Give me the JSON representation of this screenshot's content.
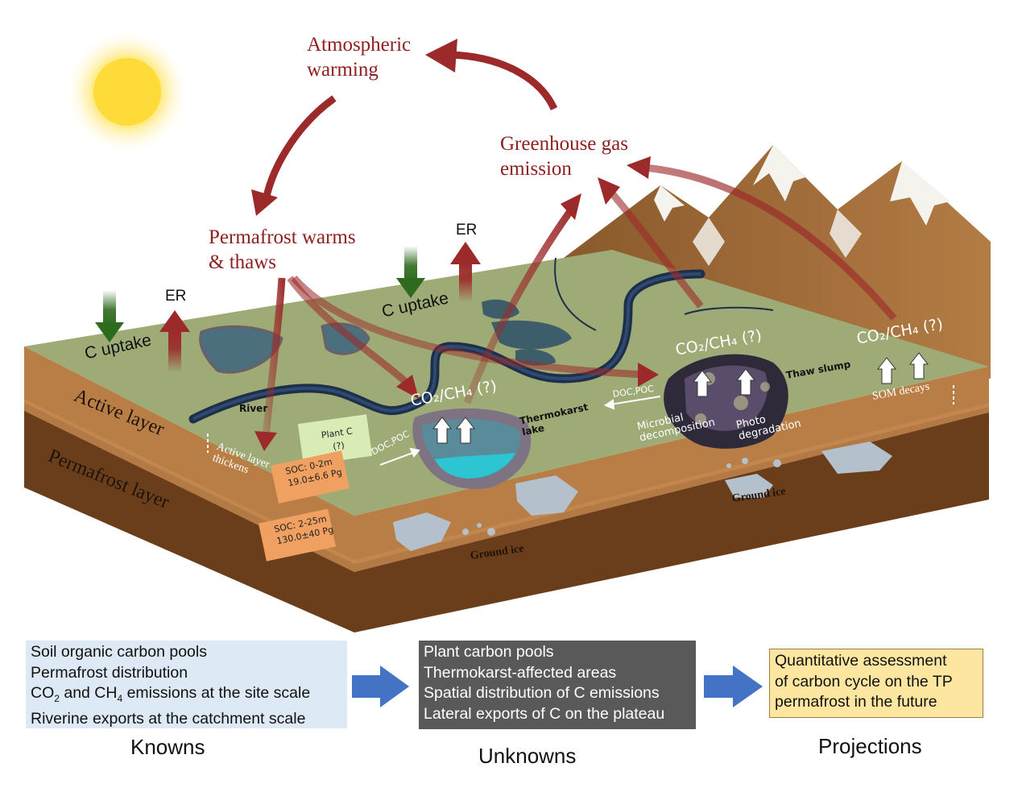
{
  "labels": {
    "atmospheric_warming": [
      "Atmospheric",
      "warming"
    ],
    "greenhouse_gas": [
      "Greenhouse gas",
      "emission"
    ],
    "permafrost_warms": [
      "Permafrost warms",
      "& thaws"
    ],
    "c_uptake": "C uptake",
    "er": "ER",
    "co2_ch4": "CO₂/CH₄ (?)",
    "active_layer": "Active layer",
    "permafrost_layer": "Permafrost layer",
    "river": "River",
    "thermokarst_lake": [
      "Thermokarst",
      "lake"
    ],
    "thaw_slump": "Thaw slump",
    "doc_poc": "DOC,POC",
    "microbial": [
      "Microbial",
      "decomposition"
    ],
    "photo": [
      "Photo",
      "degradation"
    ],
    "som_decays": "SOM decays",
    "ground_ice": "Ground ice",
    "active_layer_thickens": [
      "Active layer",
      "thickens"
    ],
    "plant_c": [
      "Plant C",
      "(?)"
    ],
    "soc_top": [
      "SOC: 0-2m",
      "19.0±6.6 Pg"
    ],
    "soc_deep": [
      "SOC: 2-25m",
      "130.0±40 Pg"
    ]
  },
  "knowns": {
    "items": [
      {
        "pre": "Soil organic carbon pools"
      },
      {
        "pre": "Permafrost distribution"
      },
      {
        "pre": "CO",
        "sub1": "2",
        "mid": " and CH",
        "sub2": "4",
        "post": " emissions at the site scale"
      },
      {
        "pre": "Riverine exports at the catchment scale"
      }
    ],
    "caption": "Knowns",
    "bg": "#dde9f4"
  },
  "unknowns": {
    "items": [
      "Plant carbon pools",
      "Thermokarst-affected areas",
      "Spatial distribution of C emissions",
      "Lateral exports of C on the plateau"
    ],
    "caption": "Unknowns",
    "bg": "#595959"
  },
  "projections": {
    "items": [
      "Quantitative assessment",
      "of carbon cycle on the TP",
      "permafrost in the future"
    ],
    "caption": "Projections",
    "bg": "#fde6a0"
  },
  "colors": {
    "red_arrow": "#9c2a2a",
    "green_arrow": "#2e6b1f",
    "surface": "#9eab76",
    "active_layer": "#b97e45",
    "permafrost": "#6b3e1b",
    "flow_arrow": "#4472c4"
  }
}
